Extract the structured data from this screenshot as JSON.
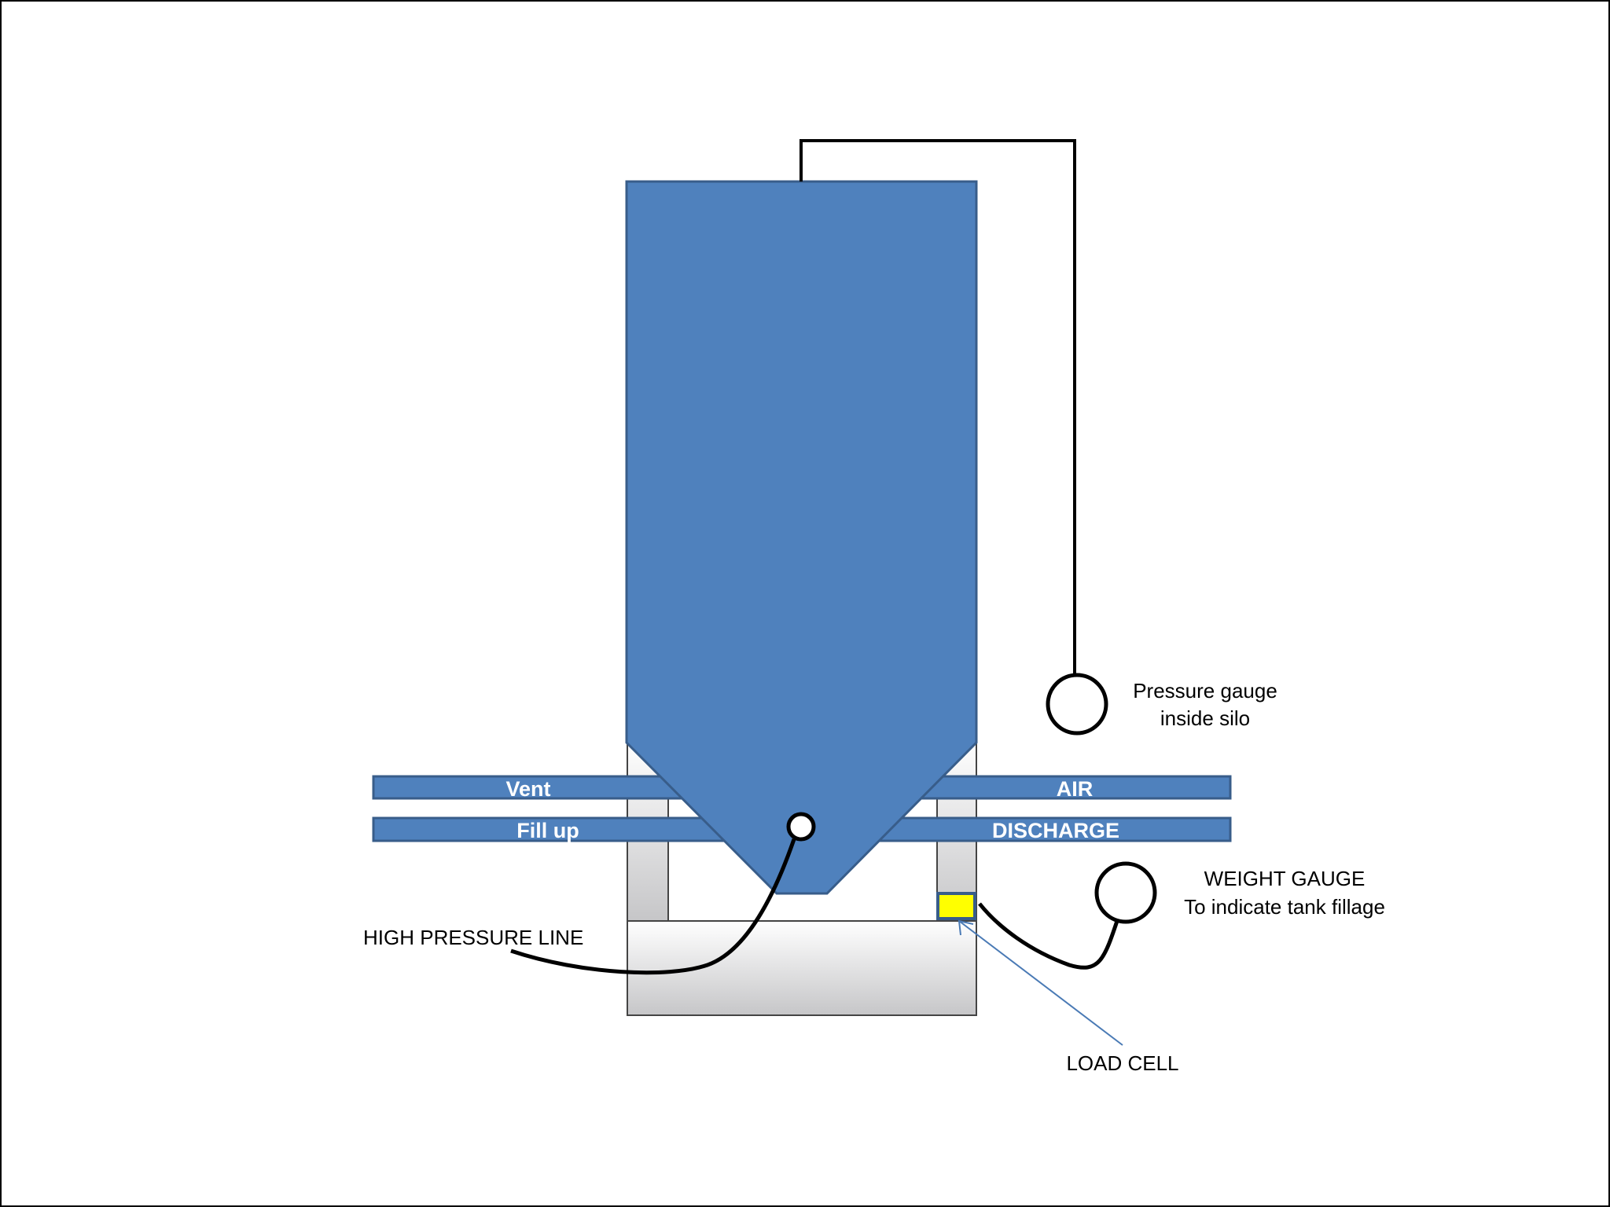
{
  "colors": {
    "silo_fill": "#4f81bd",
    "silo_stroke": "#385d8a",
    "load_cell_fill": "#ffff00",
    "frame_fill_top": "#ffffff",
    "frame_fill_bottom": "#c8c8c8",
    "line": "#000000",
    "pointer": "#4a7ab5"
  },
  "pipes": {
    "vent": "Vent",
    "fill_up": "Fill up",
    "air": "AIR",
    "discharge": "DISCHARGE"
  },
  "labels": {
    "pressure_gauge_line1": "Pressure gauge",
    "pressure_gauge_line2": "inside silo",
    "weight_gauge_line1": "WEIGHT GAUGE",
    "weight_gauge_line2": "To indicate tank fillage",
    "high_pressure_line": "HIGH PRESSURE LINE",
    "load_cell": "LOAD CELL"
  }
}
